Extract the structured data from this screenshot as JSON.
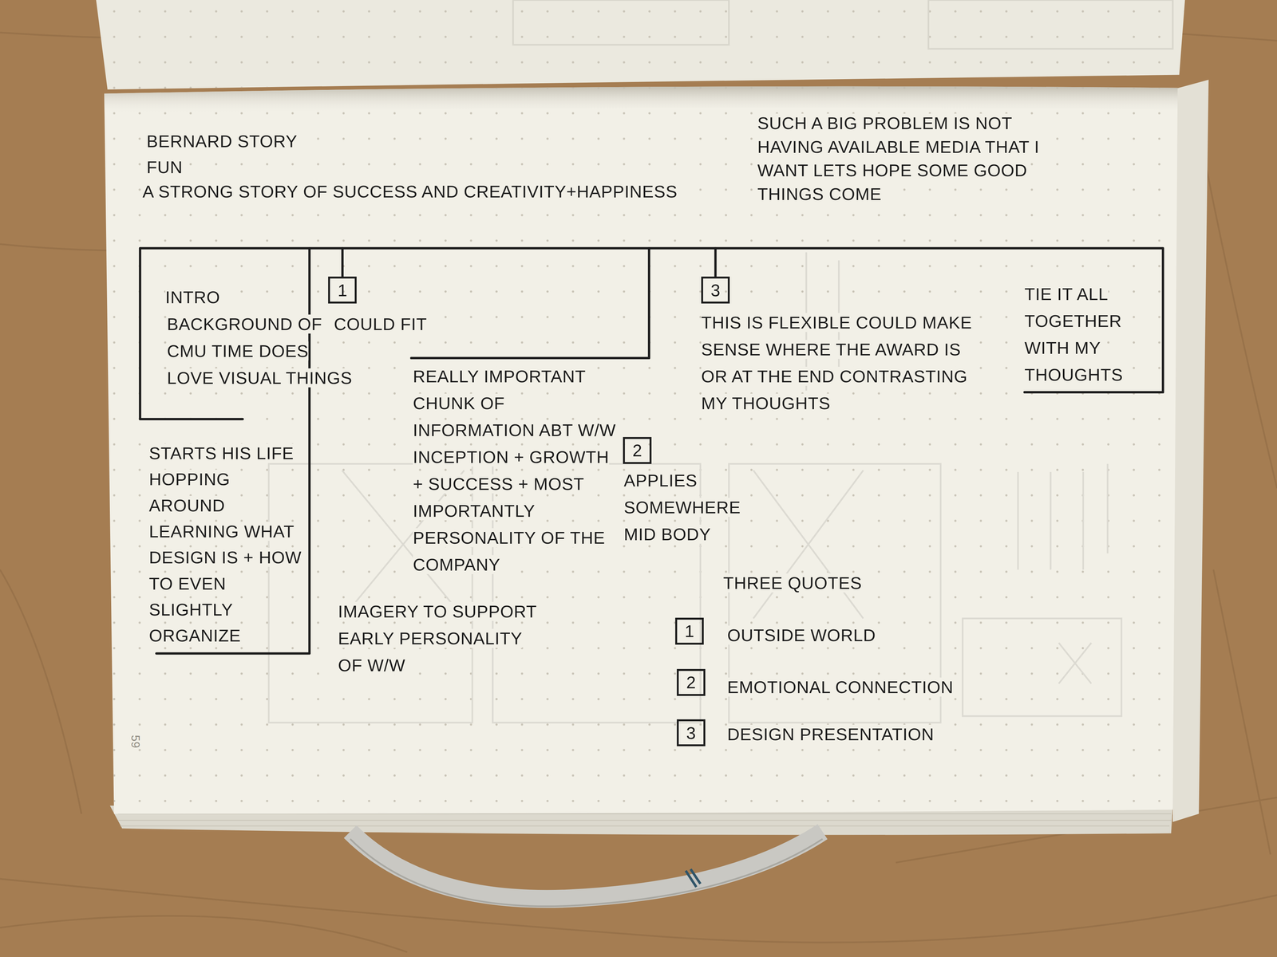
{
  "diagram": {
    "title": "BERNARD STORY",
    "nodes": [
      {
        "text": [
          "1"
        ]
      },
      {
        "text": [
          "3"
        ]
      },
      {
        "text": [
          "2"
        ]
      },
      {
        "text": [
          "1"
        ]
      },
      {
        "text": [
          "2"
        ]
      },
      {
        "text": [
          "3"
        ]
      }
    ],
    "labels": [
      "FUN",
      "A STRONG STORY OF SUCCESS AND CREATIVITY+HAPPINESS",
      "SUCH A BIG PROBLEM IS NOT HAVING AVAILABLE MEDIA THAT I WANT LETS HOPE SOME GOOD THINGS COME",
      "INTRO",
      "BACKGROUND OF CMU TIME DOES LOVE VISUAL THINGS",
      "COULD FIT",
      "THIS IS FLEXIBLE COULD MAKE SENSE WHERE THE AWARD IS OR AT THE END CONTRASTING MY THOUGHTS",
      "TIE IT ALL TOGETHER WITH MY THOUGHTS",
      "REALLY IMPORTANT CHUNK OF INFORMATION ABT W/W INCEPTION + GROWTH + SUCCESS + MOST IMPORTANTLY PERSONALITY OF THE COMPANY",
      "APPLIES SOMEWHERE MID BODY",
      "STARTS HIS LIFE HOPPING AROUND LEARNING WHAT DESIGN IS + HOW TO EVEN SLIGHTLY ORGANIZE",
      "IMAGERY TO SUPPORT EARLY PERSONALITY OF W/W",
      "THREE QUOTES",
      "OUTSIDE WORLD",
      "EMOTIONAL CONNECTION",
      "DESIGN PRESENTATION",
      "59"
    ]
  }
}
